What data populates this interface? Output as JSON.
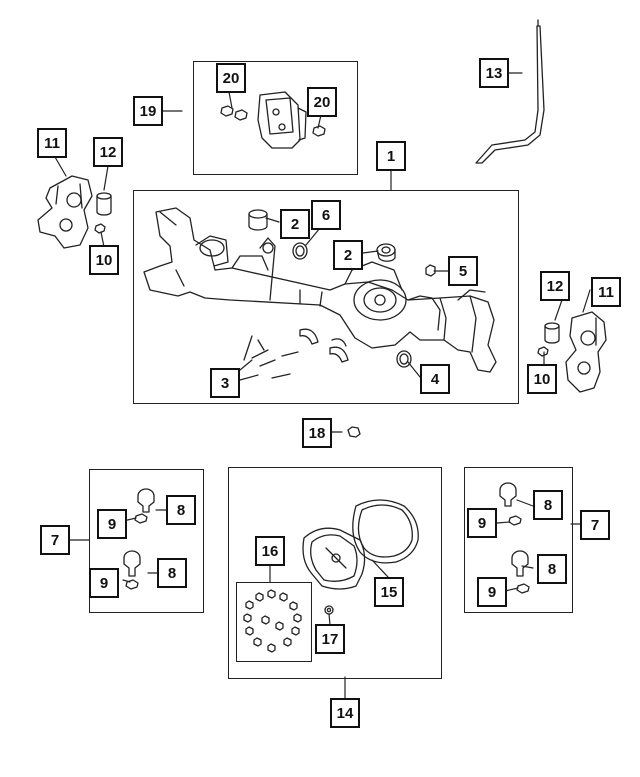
{
  "callouts": {
    "c1": "1",
    "c2a": "2",
    "c2b": "2",
    "c3": "3",
    "c4": "4",
    "c5": "5",
    "c6": "6",
    "c7l": "7",
    "c7r": "7",
    "c8a": "8",
    "c8b": "8",
    "c8c": "8",
    "c8d": "8",
    "c9a": "9",
    "c9b": "9",
    "c9c": "9",
    "c9d": "9",
    "c10l": "10",
    "c10r": "10",
    "c11l": "11",
    "c11r": "11",
    "c12l": "12",
    "c12r": "12",
    "c13": "13",
    "c14": "14",
    "c15": "15",
    "c16": "16",
    "c17": "17",
    "c18": "18",
    "c19": "19",
    "c20a": "20",
    "c20b": "20"
  }
}
